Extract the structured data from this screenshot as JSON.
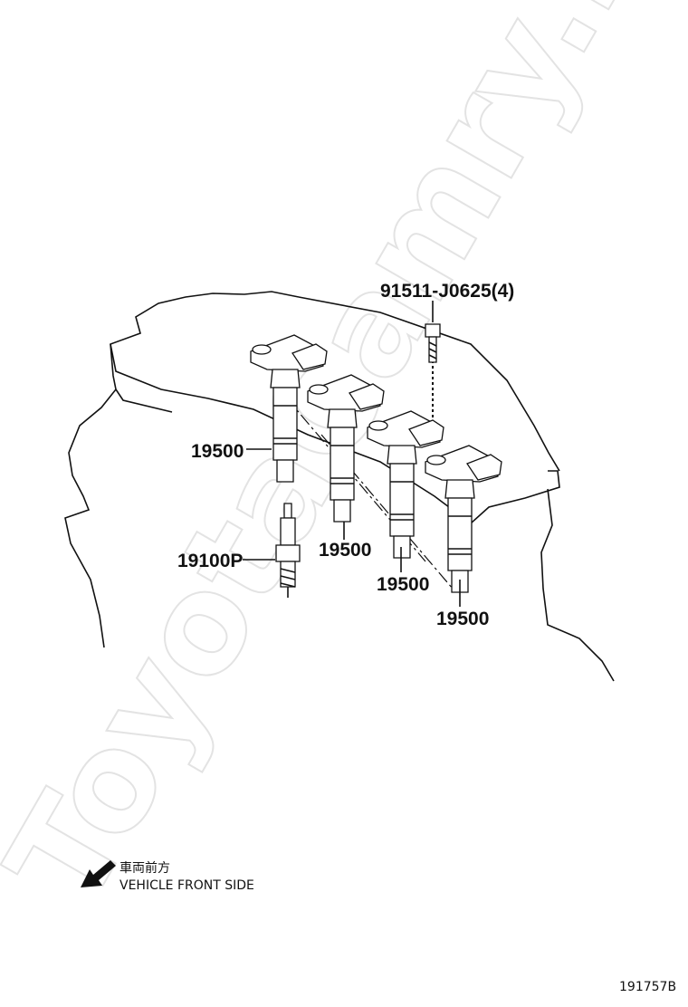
{
  "watermark": "ToyotaCamry.ru",
  "parts": {
    "bolt": "91511-J0625(4)",
    "coil_1": "19500",
    "coil_2": "19500",
    "coil_3": "19500",
    "coil_4": "19500",
    "spark_plug": "19100P"
  },
  "direction": {
    "japanese": "車両前方",
    "english": "VEHICLE FRONT SIDE"
  },
  "diagram_code": "191757B"
}
